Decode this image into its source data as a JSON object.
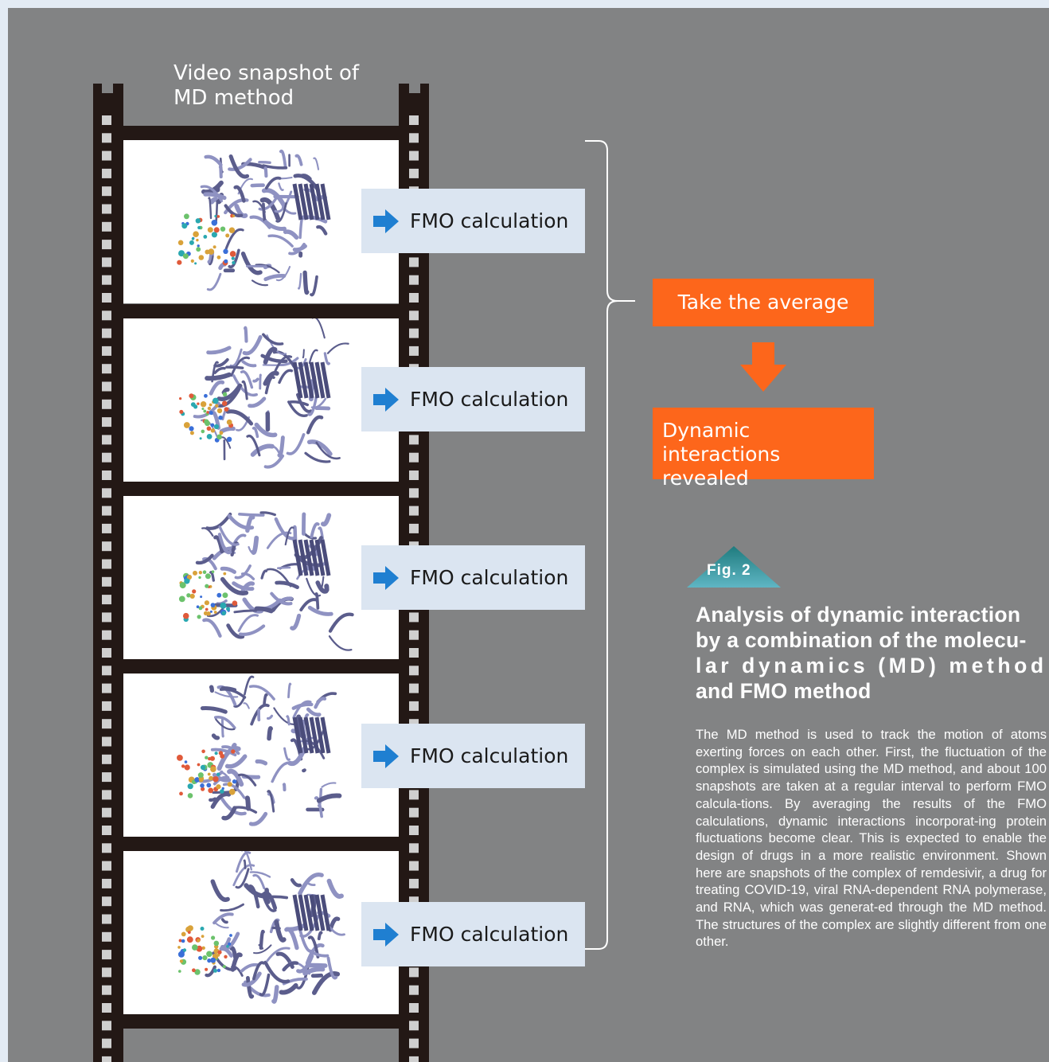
{
  "film": {
    "label": "Video snapshot of MD method",
    "frame_count": 5
  },
  "steps": {
    "fmo_label": "FMO calculation",
    "fmo_items": [
      "FMO calculation",
      "FMO calculation",
      "FMO calculation",
      "FMO calculation",
      "FMO calculation"
    ],
    "average_label": "Take the average",
    "result_label": "Dynamic interactions revealed"
  },
  "figure": {
    "tag": "Fig. 2",
    "title_lines": [
      "Analysis of dynamic interaction",
      "by a combination of the molecu-",
      "lar dynamics (MD) method",
      "and FMO method"
    ],
    "description": "The MD method is used to track the motion of atoms exerting forces on each other. First, the fluctuation of the complex is simulated using the MD method, and about 100 snapshots are taken at a regular interval to perform FMO calcula-tions. By averaging the results of the FMO calculations, dynamic interactions incorporat-ing protein fluctuations become clear. This is expected to enable the design of drugs in a more realistic environment. Shown here are snapshots of the complex of remdesivir, a drug for treating COVID-19, viral RNA-dependent RNA polymerase, and RNA, which was generat-ed through the MD method. The structures of the complex are slightly different from one other."
  },
  "colors": {
    "panel": "#828384",
    "film": "#231815",
    "orange": "#fd661b",
    "arrow_blue": "#1f7fd1",
    "fmo_box": "#dbe5f1",
    "tag": "#2d8a8c"
  }
}
